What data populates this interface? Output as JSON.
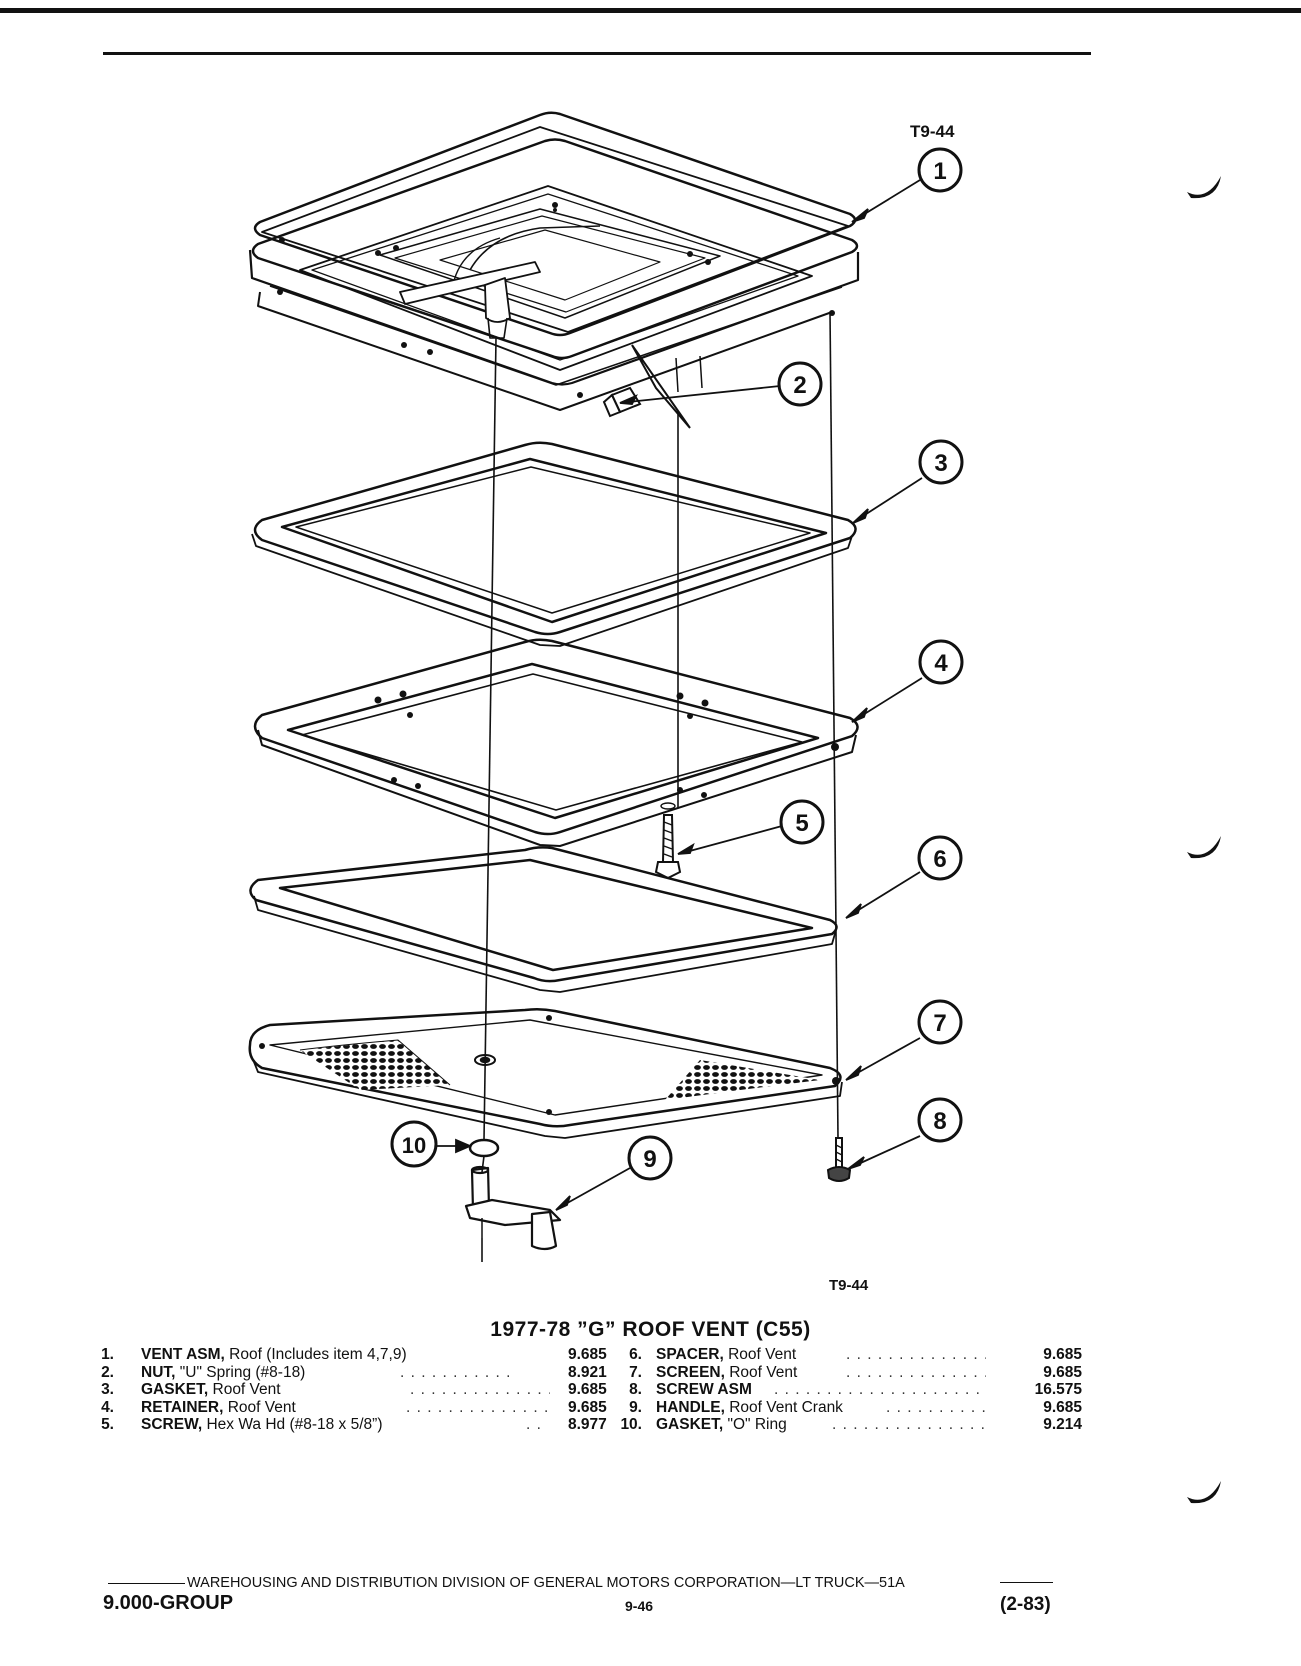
{
  "figure": {
    "label_top": "T9-44",
    "label_bottom": "T9-44",
    "callouts": [
      "1",
      "2",
      "3",
      "4",
      "5",
      "6",
      "7",
      "8",
      "9",
      "10"
    ]
  },
  "title": "1977-78 ”G” ROOF VENT (C55)",
  "parts_left": [
    {
      "num": "1.",
      "name": "VENT ASM,",
      "desc": "Roof (Includes item 4,7,9)",
      "group": "9.685"
    },
    {
      "num": "2.",
      "name": "NUT,",
      "desc": "\"U\" Spring (#8-18)",
      "group": "8.921"
    },
    {
      "num": "3.",
      "name": "GASKET,",
      "desc": "Roof Vent",
      "group": "9.685"
    },
    {
      "num": "4.",
      "name": "RETAINER,",
      "desc": "Roof Vent",
      "group": "9.685"
    },
    {
      "num": "5.",
      "name": "SCREW,",
      "desc": "Hex Wa Hd (#8-18 x 5/8”)",
      "group": "8.977"
    }
  ],
  "parts_right": [
    {
      "num": "6.",
      "name": "SPACER,",
      "desc": "Roof Vent",
      "group": "9.685"
    },
    {
      "num": "7.",
      "name": "SCREEN,",
      "desc": "Roof Vent",
      "group": "9.685"
    },
    {
      "num": "8.",
      "name": "SCREW ASM",
      "desc": "",
      "group": "16.575"
    },
    {
      "num": "9.",
      "name": "HANDLE,",
      "desc": "Roof Vent Crank",
      "group": "9.685"
    },
    {
      "num": "10.",
      "name": "GASKET,",
      "desc": "\"O\" Ring",
      "group": "9.214"
    }
  ],
  "footer": {
    "division": "WAREHOUSING AND DISTRIBUTION  DIVISION OF GENERAL MOTORS CORPORATION—LT TRUCK—51A",
    "group": "9.000-GROUP",
    "page": "9-46",
    "date": "(2-83)"
  }
}
